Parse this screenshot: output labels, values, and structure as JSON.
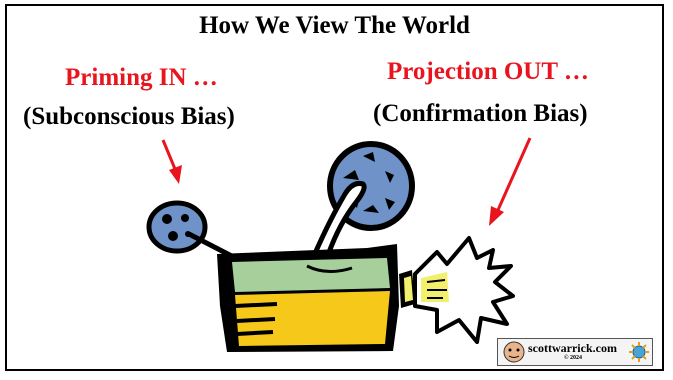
{
  "title": "How We View The World",
  "left_label": "Priming IN …",
  "left_sublabel": "(Subconscious  Bias)",
  "right_label": "Projection OUT …",
  "right_sublabel": "(Confirmation Bias)",
  "logo": {
    "text": "scottwarrick.com",
    "year": "© 2024",
    "icon_left": "face-icon",
    "icon_right": "gear-icon"
  },
  "colors": {
    "accent_red": "#e8141e",
    "reel_blue": "#6f93c9",
    "box_green": "#a7cf9c",
    "box_yellow": "#f6c81a",
    "light_yellow": "#f3ef6e"
  }
}
